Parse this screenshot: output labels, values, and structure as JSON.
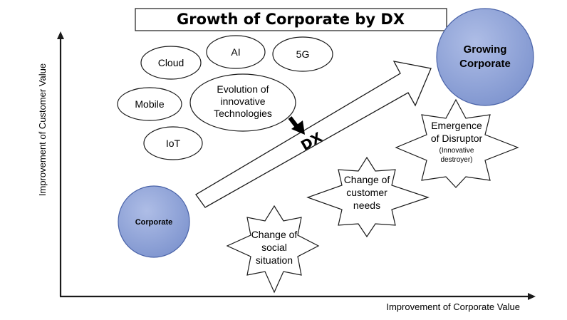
{
  "title": "Growth of Corporate by DX",
  "axes": {
    "x_label": "Improvement of Corporate Value",
    "y_label": "Improvement of Customer  Value"
  },
  "technologies": {
    "cloud": "Cloud",
    "ai": "AI",
    "five_g": "5G",
    "mobile": "Mobile",
    "iot": "IoT",
    "evolution": [
      "Evolution of",
      "innovative",
      "Technologies"
    ]
  },
  "arrow_label": "DX",
  "start_node": "Corporate",
  "end_node": [
    "Growing",
    "Corporate"
  ],
  "factors": {
    "social": [
      "Change of",
      "social",
      "situation"
    ],
    "customer": [
      "Change of",
      "customer",
      "needs"
    ],
    "disruptor": [
      "Emergence",
      "of Disruptor"
    ],
    "disruptor_note": [
      "(Innovative",
      "destroyer)"
    ]
  },
  "colors": {
    "node_fill": "#8fa3d6",
    "node_stroke": "#4a63a8",
    "line": "#1a1a1a",
    "background": "#ffffff"
  }
}
